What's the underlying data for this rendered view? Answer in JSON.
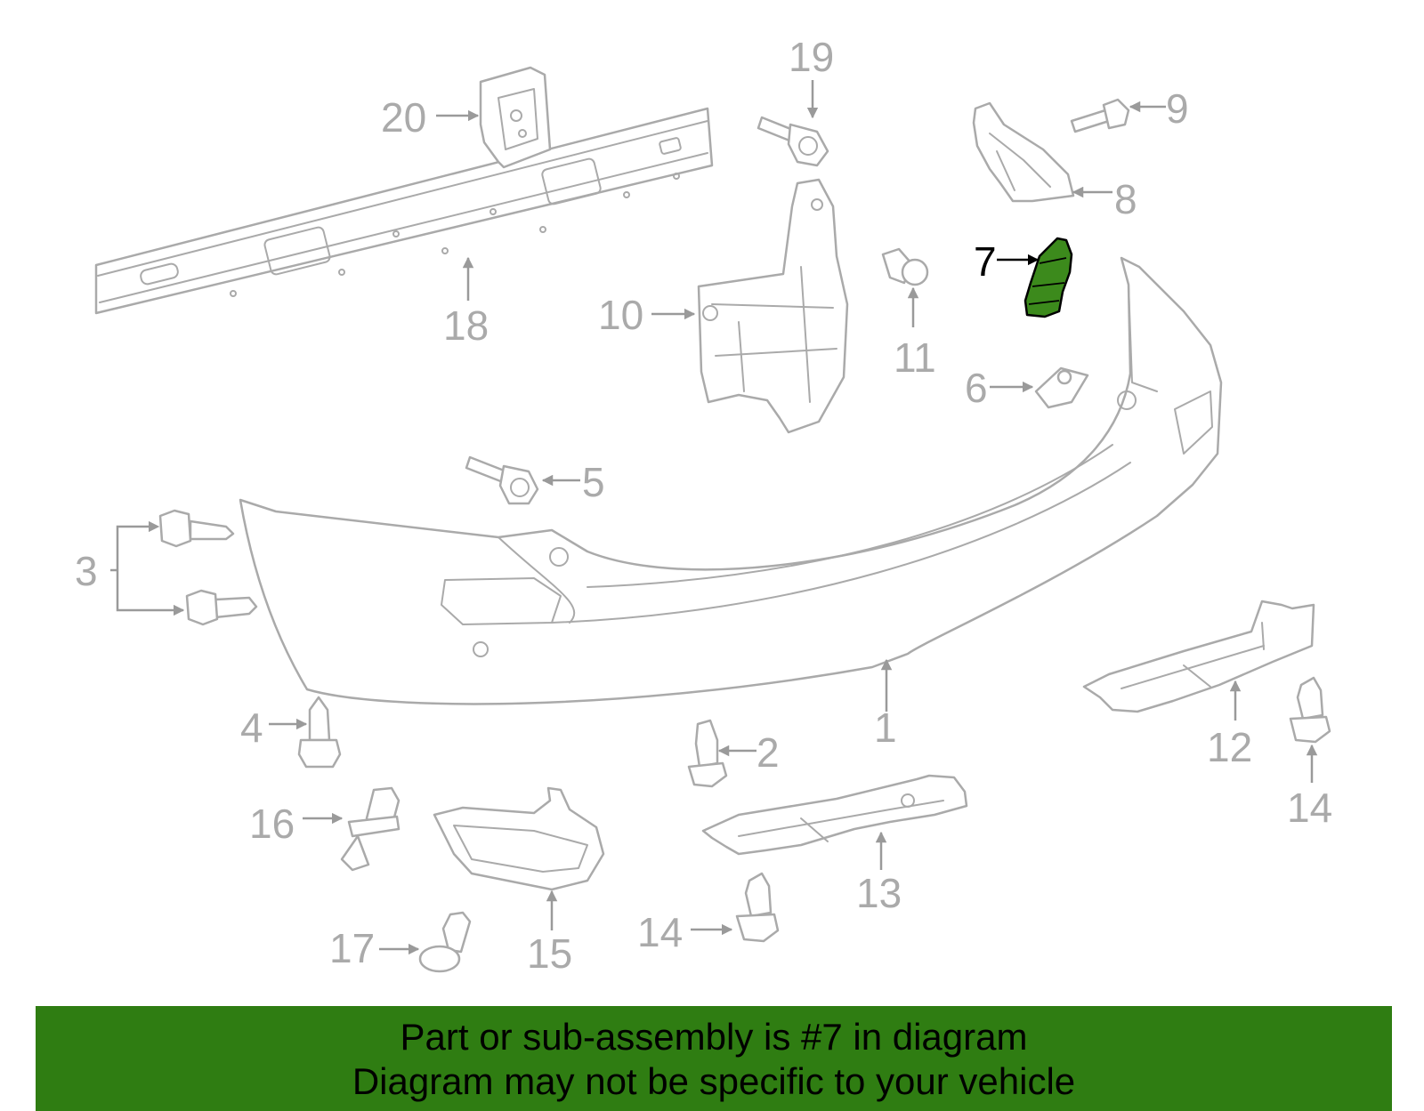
{
  "diagram": {
    "highlighted_part": "7",
    "highlight_color": "#3c8a1c",
    "parts": [
      {
        "id": "p1",
        "label": "1"
      },
      {
        "id": "p2",
        "label": "2"
      },
      {
        "id": "p3",
        "label": "3"
      },
      {
        "id": "p4",
        "label": "4"
      },
      {
        "id": "p5",
        "label": "5"
      },
      {
        "id": "p6",
        "label": "6"
      },
      {
        "id": "p7",
        "label": "7"
      },
      {
        "id": "p8",
        "label": "8"
      },
      {
        "id": "p9",
        "label": "9"
      },
      {
        "id": "p10",
        "label": "10"
      },
      {
        "id": "p11",
        "label": "11"
      },
      {
        "id": "p12",
        "label": "12"
      },
      {
        "id": "p13",
        "label": "13"
      },
      {
        "id": "p14a",
        "label": "14"
      },
      {
        "id": "p14b",
        "label": "14"
      },
      {
        "id": "p15",
        "label": "15"
      },
      {
        "id": "p16",
        "label": "16"
      },
      {
        "id": "p17",
        "label": "17"
      },
      {
        "id": "p18",
        "label": "18"
      },
      {
        "id": "p19",
        "label": "19"
      },
      {
        "id": "p20",
        "label": "20"
      }
    ]
  },
  "banner": {
    "line1": "Part or sub-assembly is #7 in diagram",
    "line2": "Diagram may not be specific to your vehicle",
    "background": "#2f7d12"
  }
}
